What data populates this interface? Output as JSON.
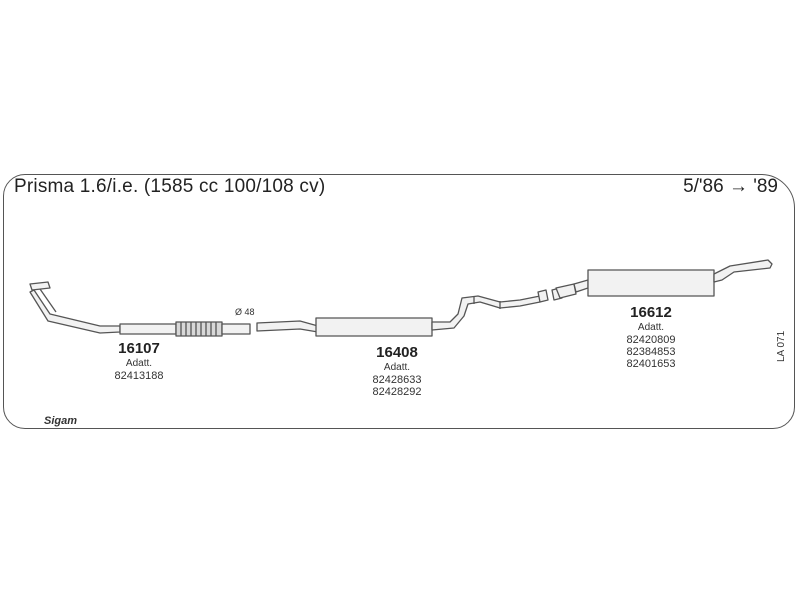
{
  "header": {
    "title": "Prisma 1.6/i.e. (1585 cc 100/108 cv)",
    "years": "5/'86 → '89"
  },
  "parts": [
    {
      "number": "16107",
      "adapt_label": "Adatt.",
      "refs": [
        "82413188"
      ]
    },
    {
      "number": "16408",
      "adapt_label": "Adatt.",
      "refs": [
        "82428633",
        "82428292"
      ]
    },
    {
      "number": "16612",
      "adapt_label": "Adatt.",
      "refs": [
        "82420809",
        "82384853",
        "82401653"
      ]
    }
  ],
  "diameter_label": "Ø 48",
  "catalog_code": "LA 071",
  "brand": "Sigam",
  "colors": {
    "line": "#555555",
    "fill": "#f2f2f2"
  }
}
